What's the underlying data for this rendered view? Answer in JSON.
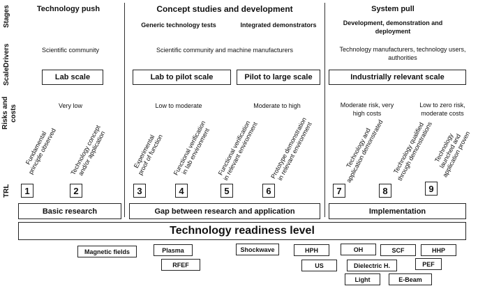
{
  "row_labels": {
    "stages": "Stages",
    "drivers": "Drivers",
    "scale": "Scale",
    "risks_and_costs_line1": "Risks and",
    "risks_and_costs_line2": "costs",
    "trl": "TRL"
  },
  "stages": {
    "technology_push": "Technology push",
    "concept_studies": "Concept studies and development",
    "generic_tests": "Generic technology tests",
    "integrated_demonstrators": "Integrated demonstrators",
    "system_pull": "System pull",
    "development_line1": "Development, demonstration and",
    "development_line2": "deployment"
  },
  "drivers": {
    "scientific_community": "Scientific community",
    "scientific_and_manufacturers": "Scientific community and machine manufacturers",
    "technology_manufacturers_line1": "Technology manufacturers, technology users,",
    "technology_manufacturers_line2": "authorities"
  },
  "scale": {
    "lab": "Lab scale",
    "lab_to_pilot": "Lab to pilot  scale",
    "pilot_to_large": "Pilot  to large scale",
    "industrial": "Industrially relevant scale"
  },
  "risks": {
    "very_low": "Very low",
    "low_to_moderate": "Low to moderate",
    "moderate_to_high": "Moderate to high",
    "moderate_risk_line1": "Moderate risk, very",
    "moderate_risk_line2": "high costs",
    "low_to_zero_line1": "Low to zero risk,",
    "low_to_zero_line2": "moderate costs"
  },
  "trl_levels": [
    {
      "number": "1",
      "line1": "Fundamental",
      "line2": "principle observed"
    },
    {
      "number": "2",
      "line1": "Technology concept",
      "line2": "and/or application"
    },
    {
      "number": "3",
      "line1": "Experimental",
      "line2": "proof of function"
    },
    {
      "number": "4",
      "line1": "Functional verification",
      "line2": "in lab environment"
    },
    {
      "number": "5",
      "line1": "Functional verification",
      "line2": "in relevant environment"
    },
    {
      "number": "6",
      "line1": "Prototype demonstration",
      "line2": "in relevant environment"
    },
    {
      "number": "7",
      "line1": "Technology and",
      "line2": "application demonstrated"
    },
    {
      "number": "8",
      "line1": "Technology qualified",
      "line2": "through demonstrations"
    },
    {
      "number": "9",
      "line1": "Technology",
      "line2": "launched and",
      "line3": "application proven"
    }
  ],
  "phases": {
    "basic_research": "Basic research",
    "gap": "Gap between research and application",
    "implementation": "Implementation"
  },
  "main_title": "Technology readiness level",
  "technologies": [
    "Magnetic fields",
    "Plasma",
    "RFEF",
    "Shockwave",
    "HPH",
    "US",
    "OH",
    "Dielectric H.",
    "Light",
    "SCF",
    "E-Beam",
    "HHP",
    "PEF"
  ]
}
